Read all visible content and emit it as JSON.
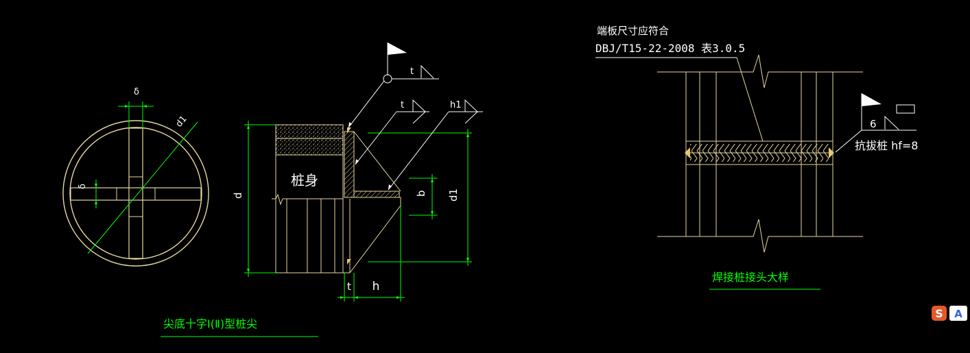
{
  "colors": {
    "background": "#000000",
    "line": "#e8d8a0",
    "white": "#ffffff",
    "green": "#00ff00",
    "hatch": "#d8c890",
    "badge_orange": "#e8572a",
    "badge_blue": "#2a6ad8"
  },
  "pile_tip": {
    "section": {
      "delta_top": "δ",
      "delta_side": "δ",
      "d1": "d1"
    },
    "elevation": {
      "body_label": "桩身",
      "dim_d": "d",
      "dim_d1": "d1",
      "dim_b": "b",
      "dim_t": "t",
      "dim_h": "h",
      "weld_t_top": "t",
      "weld_t_mid": "t",
      "weld_h1": "h1"
    },
    "caption": "尖底十字Ⅰ(Ⅱ)型桩尖"
  },
  "weld_joint": {
    "note_line1": "端板尺寸应符合",
    "note_line2": "DBJ/T15-22-2008  表3.0.5",
    "weld_size": "6",
    "weld_note": "抗拔桩 hf=8",
    "caption": "焊接桩接头大样"
  },
  "badge": {
    "left": "S",
    "right": "A"
  }
}
